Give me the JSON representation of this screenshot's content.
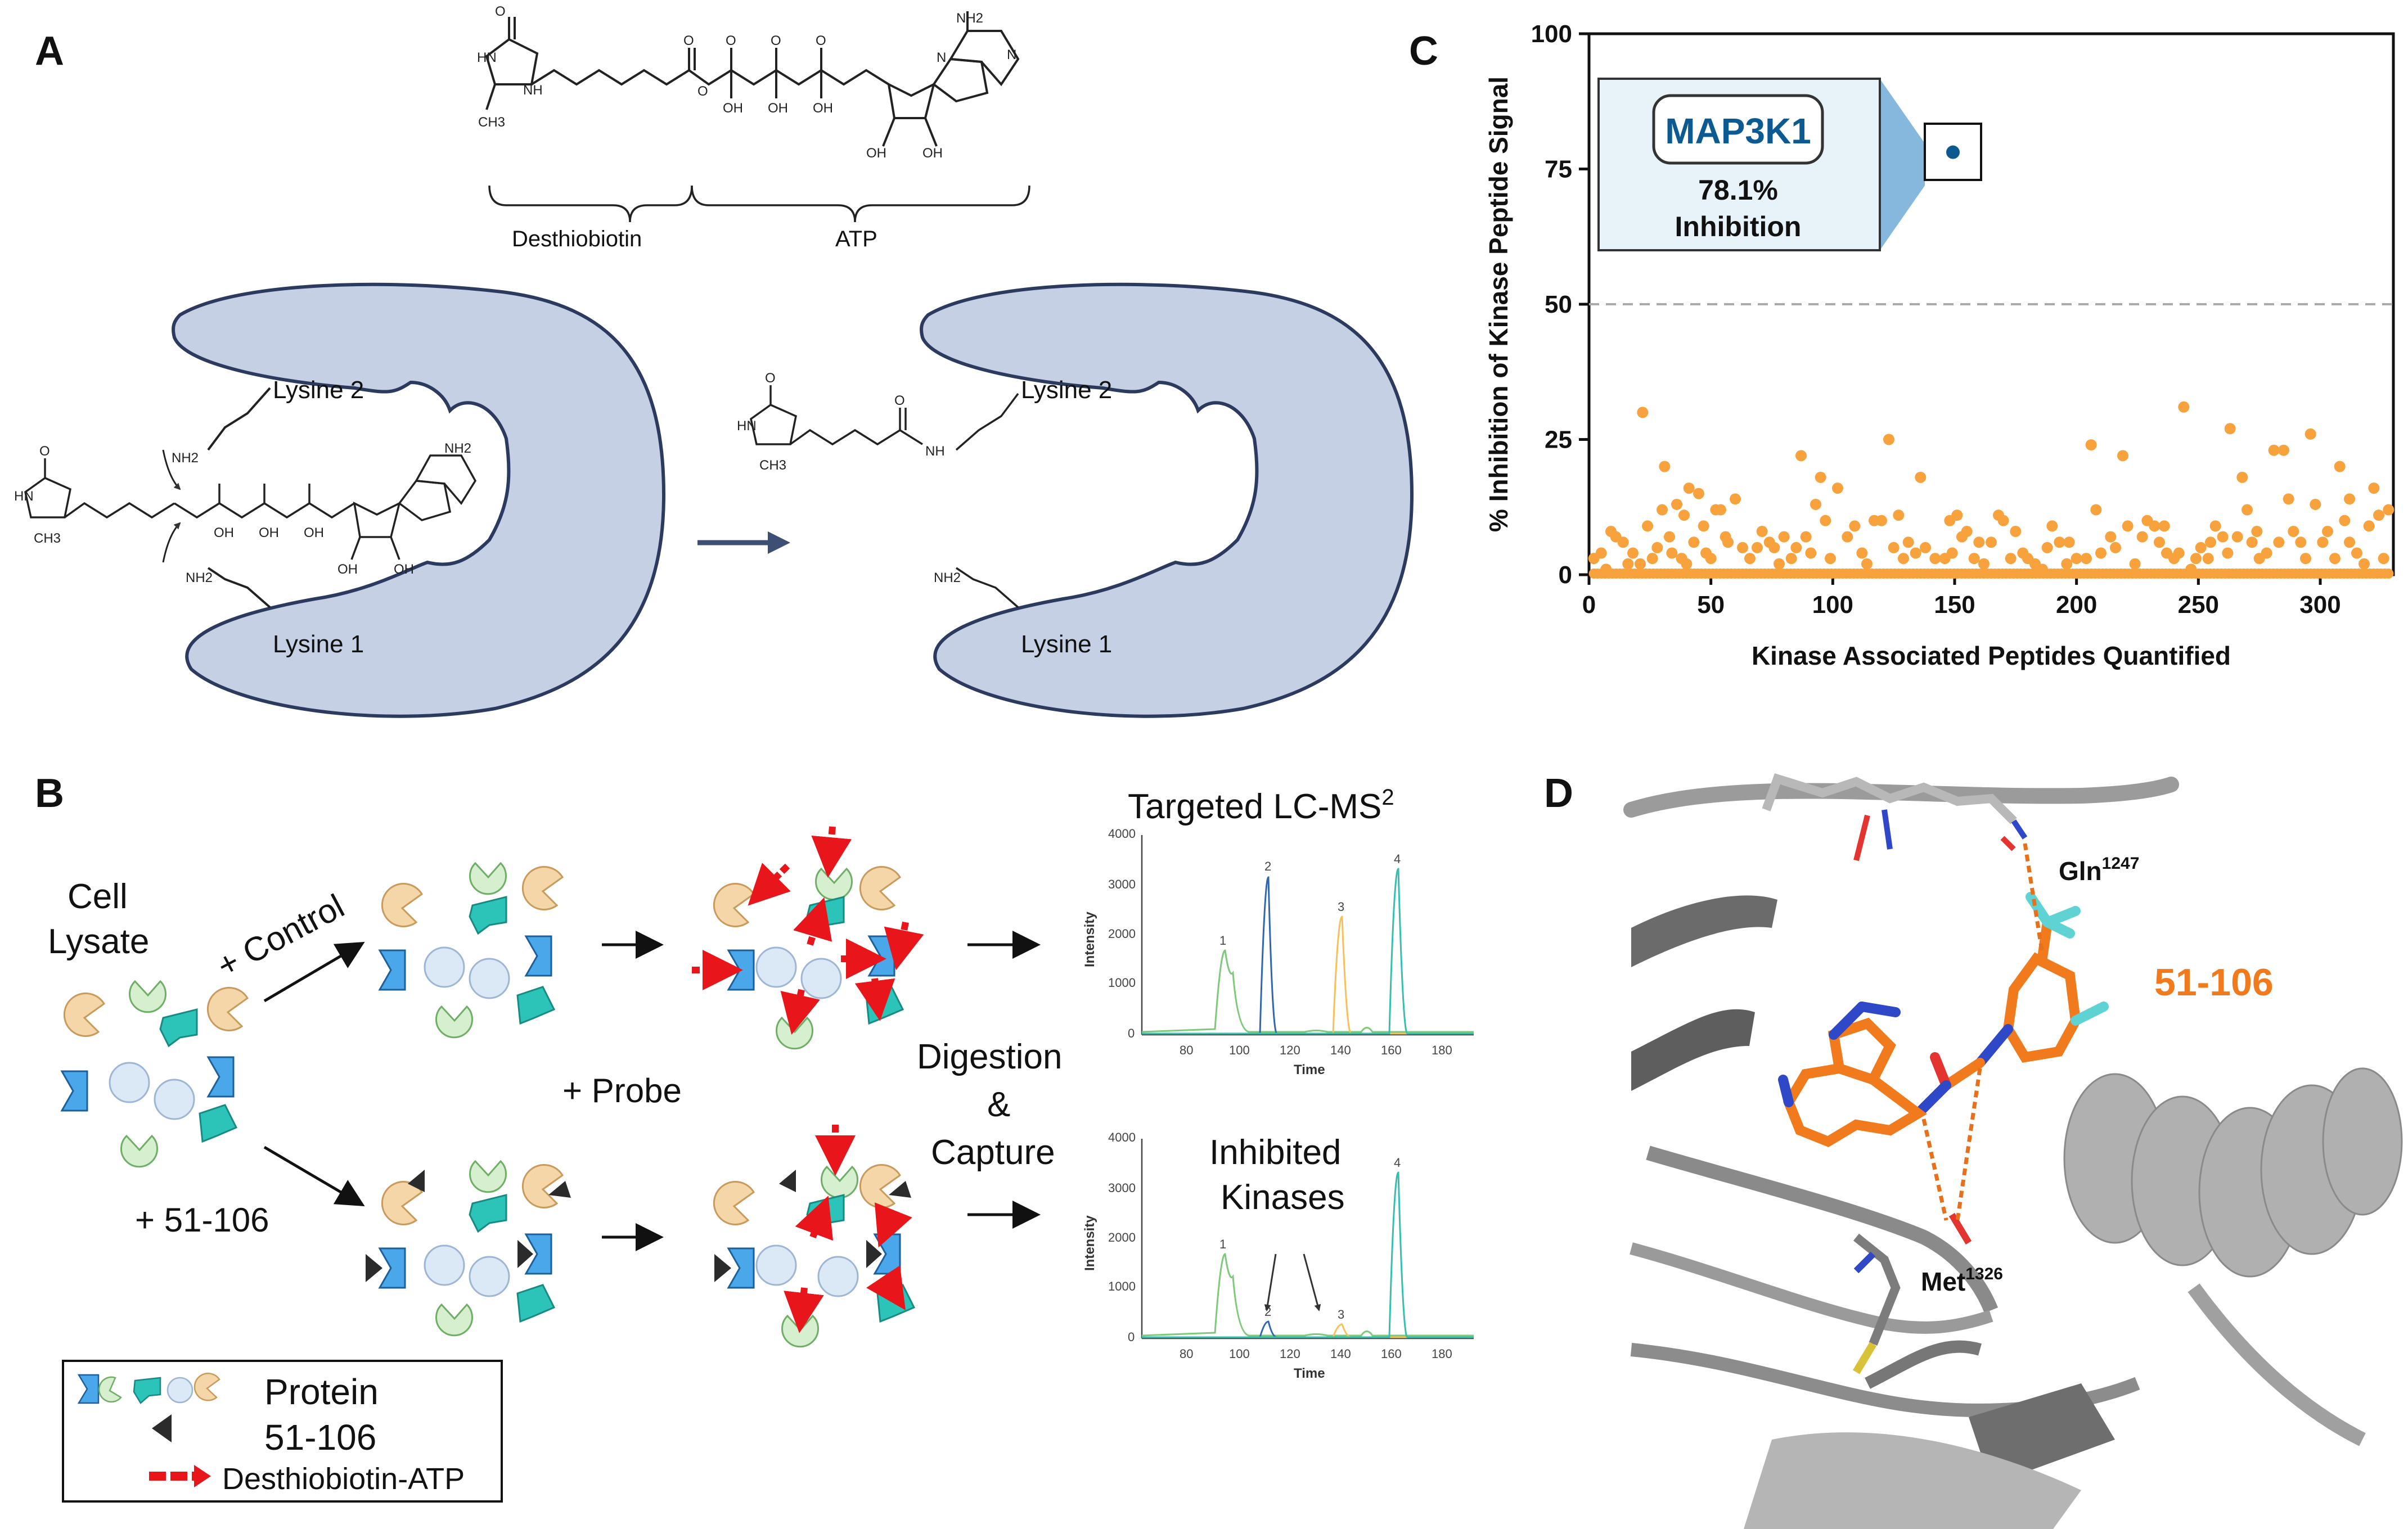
{
  "panels": {
    "a": "A",
    "b": "B",
    "c": "C",
    "d": "D"
  },
  "panel_a": {
    "desthiobiotin_label": "Desthiobiotin",
    "atp_label": "ATP",
    "lysine2_label": "Lysine 2",
    "lysine1_label": "Lysine 1",
    "lysine2_label_right": "Lysine 2",
    "lysine1_label_right": "Lysine 1",
    "nh2_1": "NH2",
    "nh2_2": "NH2",
    "nh2_3": "NH2",
    "nh_amide": "NH",
    "oh_labels": [
      "OH",
      "OH",
      "OH"
    ],
    "ch3": "CH3",
    "nh_ring": "HN",
    "colors": {
      "protein_fill": "#c5d0e4",
      "protein_stroke": "#2b3a5e",
      "arrow": "#3d4f73"
    }
  },
  "panel_b": {
    "cell_lysate_line1": "Cell",
    "cell_lysate_line2": "Lysate",
    "control_label": "+ Control",
    "probe_label": "+ Probe",
    "inhibitor_label": "+ 51-106",
    "digestion_line1": "Digestion",
    "digestion_line2": "&",
    "digestion_line3": "Capture",
    "lcms_title": "Targeted LC-MS",
    "lcms_superscript": "2",
    "inhibited_line1": "Inhibited",
    "inhibited_line2": "Kinases",
    "chrom_y_label": "Intensity",
    "chrom_x_label": "Time",
    "chrom_x_ticks": [
      "80",
      "100",
      "120",
      "140",
      "160",
      "180"
    ],
    "chrom_y_ticks": [
      "0",
      "1000",
      "2000",
      "3000",
      "4000"
    ],
    "peak_labels": [
      "1",
      "2",
      "3",
      "4"
    ],
    "legend_protein": "Protein",
    "legend_inhibitor": "51-106",
    "legend_probe": "Desthiobiotin-ATP",
    "colors": {
      "tan": "#f5d6a8",
      "tan_stroke": "#c89a5c",
      "green": "#d6efcf",
      "green_stroke": "#6fae66",
      "teal": "#2cc4b8",
      "teal_stroke": "#178a82",
      "blue": "#4aa8ea",
      "blue_stroke": "#1d5f98",
      "circle": "#dbe8f6",
      "circle_stroke": "#9db6d3",
      "probe": "#e8161b",
      "inhibitor": "#2b2b2b",
      "peak1": "#7fc97a",
      "peak2": "#3166b0",
      "peak3": "#f5c15a",
      "peak4": "#36bfae"
    }
  },
  "panel_c": {
    "ylabel": "% Inhibition of Kinase Peptide Signal",
    "xlabel": "Kinase Associated Peptides Quantified",
    "callout_name": "MAP3K1",
    "callout_value": "78.1%",
    "callout_text": "Inhibition",
    "colors": {
      "points": "#f7a23c",
      "highlight": "#0b5a91",
      "callout_fill": "#e8f2f9",
      "callout_tab": "#86b8de",
      "threshold": "#aaaaaa"
    }
  },
  "panel_d": {
    "residue_gln": "Gln",
    "residue_gln_sup": "1247",
    "residue_met": "Met",
    "residue_met_sup": "1326",
    "compound_label": "51-106",
    "colors": {
      "compound": "#f07a1c",
      "hbond": "#e8701a",
      "protein": "#7a7a7a"
    }
  },
  "chart_data": {
    "type": "scatter",
    "xlabel": "Kinase Associated Peptides Quantified",
    "ylabel": "% Inhibition of Kinase Peptide Signal",
    "xlim": [
      0,
      330
    ],
    "ylim": [
      0,
      100
    ],
    "x_ticks": [
      0,
      50,
      100,
      150,
      200,
      250,
      300
    ],
    "y_ticks": [
      0,
      25,
      50,
      75,
      100
    ],
    "threshold": 50,
    "grid": false,
    "highlight": {
      "name": "MAP3K1",
      "x": 152,
      "y": 78.1
    },
    "zero_point_count": 215,
    "points": [
      [
        2,
        3
      ],
      [
        7,
        1
      ],
      [
        9,
        8
      ],
      [
        11,
        7
      ],
      [
        14,
        6
      ],
      [
        18,
        4
      ],
      [
        21,
        2
      ],
      [
        22,
        30
      ],
      [
        24,
        9
      ],
      [
        26,
        3
      ],
      [
        28,
        5
      ],
      [
        30,
        12
      ],
      [
        31,
        20
      ],
      [
        33,
        7
      ],
      [
        34,
        4
      ],
      [
        36,
        13
      ],
      [
        38,
        3
      ],
      [
        39,
        11
      ],
      [
        40,
        2
      ],
      [
        41,
        16
      ],
      [
        43,
        6
      ],
      [
        45,
        15
      ],
      [
        47,
        9
      ],
      [
        48,
        4
      ],
      [
        50,
        3
      ],
      [
        52,
        12
      ],
      [
        54,
        12
      ],
      [
        57,
        6
      ],
      [
        60,
        14
      ],
      [
        63,
        5
      ],
      [
        66,
        3
      ],
      [
        69,
        5
      ],
      [
        71,
        8
      ],
      [
        74,
        6
      ],
      [
        76,
        5
      ],
      [
        80,
        7
      ],
      [
        83,
        3
      ],
      [
        85,
        5
      ],
      [
        87,
        22
      ],
      [
        89,
        7
      ],
      [
        93,
        13
      ],
      [
        95,
        18
      ],
      [
        97,
        10
      ],
      [
        99,
        3
      ],
      [
        102,
        16
      ],
      [
        106,
        7
      ],
      [
        109,
        9
      ],
      [
        112,
        4
      ],
      [
        114,
        2
      ],
      [
        117,
        10
      ],
      [
        120,
        10
      ],
      [
        123,
        25
      ],
      [
        125,
        5
      ],
      [
        127,
        11
      ],
      [
        129,
        3
      ],
      [
        131,
        6
      ],
      [
        136,
        18
      ],
      [
        138,
        5
      ],
      [
        142,
        3
      ],
      [
        148,
        10
      ],
      [
        149,
        4
      ],
      [
        151,
        11
      ],
      [
        153,
        7
      ],
      [
        155,
        8
      ],
      [
        158,
        3
      ],
      [
        162,
        2
      ],
      [
        165,
        6
      ],
      [
        168,
        11
      ],
      [
        170,
        10
      ],
      [
        173,
        3
      ],
      [
        175,
        8
      ],
      [
        178,
        4
      ],
      [
        180,
        3
      ],
      [
        183,
        2
      ],
      [
        186,
        1
      ],
      [
        188,
        5
      ],
      [
        190,
        9
      ],
      [
        193,
        6
      ],
      [
        197,
        6
      ],
      [
        200,
        3
      ],
      [
        204,
        3
      ],
      [
        206,
        24
      ],
      [
        208,
        12
      ],
      [
        210,
        4
      ],
      [
        214,
        7
      ],
      [
        216,
        5
      ],
      [
        219,
        22
      ],
      [
        221,
        9
      ],
      [
        224,
        2
      ],
      [
        227,
        7
      ],
      [
        229,
        10
      ],
      [
        232,
        9
      ],
      [
        234,
        6
      ],
      [
        237,
        4
      ],
      [
        240,
        3
      ],
      [
        242,
        4
      ],
      [
        244,
        31
      ],
      [
        247,
        1
      ],
      [
        249,
        3
      ],
      [
        251,
        5
      ],
      [
        255,
        6
      ],
      [
        257,
        9
      ],
      [
        260,
        7
      ],
      [
        262,
        4
      ],
      [
        263,
        27
      ],
      [
        266,
        7
      ],
      [
        268,
        18
      ],
      [
        270,
        12
      ],
      [
        272,
        6
      ],
      [
        275,
        3
      ],
      [
        278,
        4
      ],
      [
        281,
        23
      ],
      [
        283,
        6
      ],
      [
        285,
        23
      ],
      [
        287,
        14
      ],
      [
        289,
        8
      ],
      [
        292,
        6
      ],
      [
        294,
        3
      ],
      [
        296,
        26
      ],
      [
        298,
        13
      ],
      [
        301,
        6
      ],
      [
        303,
        8
      ],
      [
        306,
        3
      ],
      [
        308,
        20
      ],
      [
        310,
        10
      ],
      [
        312,
        6
      ],
      [
        315,
        4
      ],
      [
        318,
        2
      ],
      [
        320,
        9
      ],
      [
        322,
        16
      ],
      [
        324,
        11
      ],
      [
        326,
        3
      ],
      [
        328,
        12
      ],
      [
        312,
        14
      ],
      [
        5,
        4
      ],
      [
        16,
        2
      ],
      [
        56,
        7
      ],
      [
        78,
        2
      ],
      [
        91,
        4
      ],
      [
        134,
        4
      ],
      [
        146,
        3
      ],
      [
        160,
        6
      ],
      [
        196,
        2
      ],
      [
        236,
        9
      ],
      [
        254,
        3
      ],
      [
        274,
        8
      ]
    ]
  }
}
